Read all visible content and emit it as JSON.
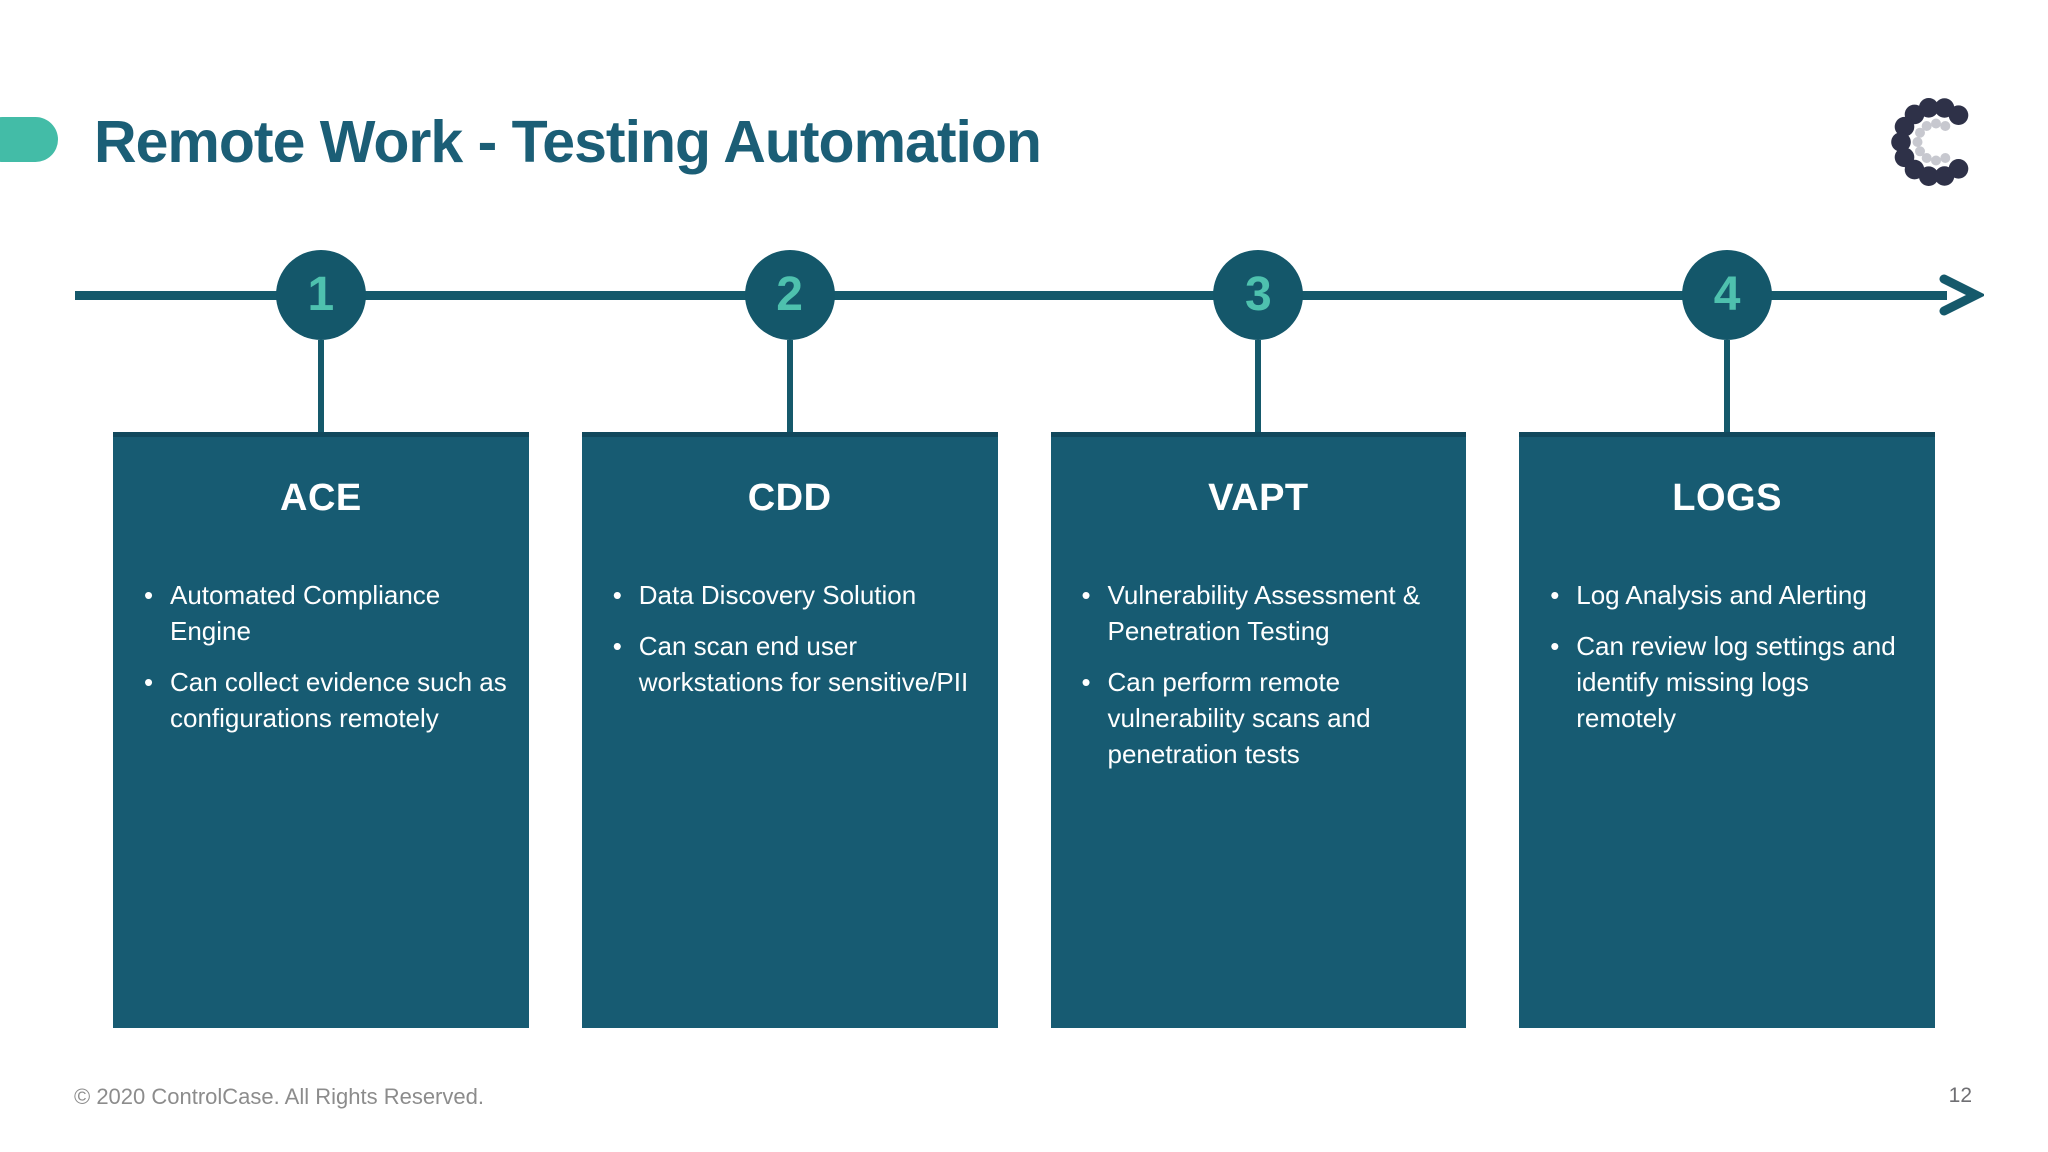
{
  "slide": {
    "title": "Remote Work - Testing Automation",
    "footer": {
      "copyright": "© 2020 ControlCase. All Rights Reserved.",
      "page_number": "12"
    }
  },
  "timeline": {
    "steps": [
      {
        "number": "1",
        "title": "ACE",
        "bullets": [
          "Automated Compliance Engine",
          "Can collect evidence such as configurations remotely"
        ]
      },
      {
        "number": "2",
        "title": "CDD",
        "bullets": [
          "Data Discovery Solution",
          "Can scan end user workstations for sensitive/PII"
        ]
      },
      {
        "number": "3",
        "title": "VAPT",
        "bullets": [
          "Vulnerability Assessment & Penetration Testing",
          "Can perform remote vulnerability scans and penetration tests"
        ]
      },
      {
        "number": "4",
        "title": "LOGS",
        "bullets": [
          "Log Analysis and Alerting",
          "Can review log settings and identify missing logs remotely"
        ]
      }
    ]
  },
  "icons": {
    "logo": "controlcase-dotted-c-logo",
    "arrow": "timeline-right-arrow"
  },
  "colors": {
    "accent_teal": "#43bca7",
    "title_teal": "#1b5e76",
    "timeline_dark_teal": "#15596b",
    "circle_teal": "#14576a",
    "step_number_aqua": "#4ec1ae",
    "card_background": "#175b72",
    "card_top_border": "#11485c",
    "card_text": "#ffffff",
    "footer_gray": "#8c8c8c",
    "logo_navy": "#2e3148",
    "logo_light_gray": "#c7c8cf"
  }
}
